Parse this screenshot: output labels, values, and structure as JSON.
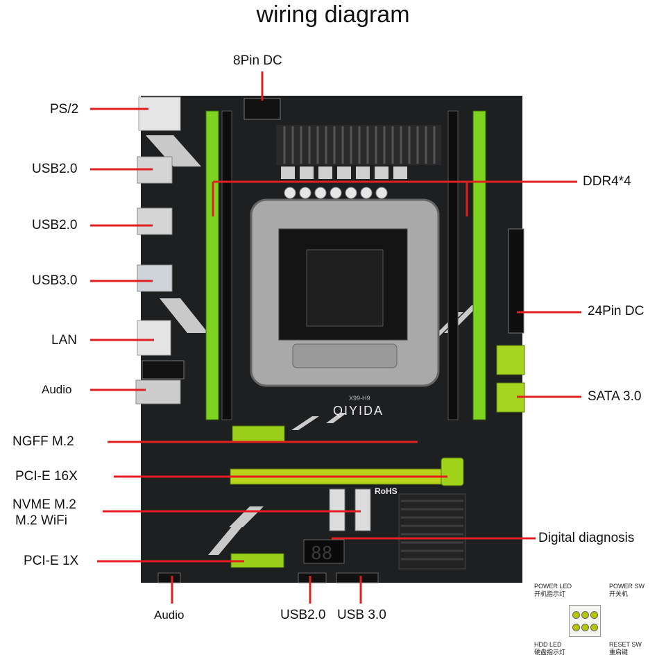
{
  "title": "wiring diagram",
  "labels": {
    "dc8": "8Pin DC",
    "ps2": "PS/2",
    "usb20_a": "USB2.0",
    "usb20_b": "USB2.0",
    "usb30_rear": "USB3.0",
    "lan": "LAN",
    "audio_rear": "Audio",
    "ngff": "NGFF M.2",
    "pcie16": "PCI-E 16X",
    "nvme": "NVME M.2",
    "wifi": "M.2 WiFi",
    "pcie1": "PCI-E 1X",
    "audio_front": "Audio",
    "usb20_front": "USB2.0",
    "usb30_front": "USB 3.0",
    "ddr4": "DDR4*4",
    "dc24": "24Pin DC",
    "sata": "SATA 3.0",
    "diag": "Digital diagnosis"
  },
  "board": {
    "brand": "QIYIDA",
    "model": "X99-H9",
    "rohs": "RoHS",
    "diag_display": "88"
  },
  "legend": {
    "power_led": "POWER LED",
    "power_led_cn": "开机指示灯",
    "power_sw": "POWER SW",
    "power_sw_cn": "开关机",
    "hdd_led": "HDD LED",
    "hdd_led_cn": "硬盘指示灯",
    "reset_sw": "RESET SW",
    "reset_sw_cn": "重启键"
  },
  "colors": {
    "pointer": "#e02020",
    "board": "#1e1f20",
    "accent_green": "#8fd11a",
    "slot_yellow": "#c8d400"
  }
}
